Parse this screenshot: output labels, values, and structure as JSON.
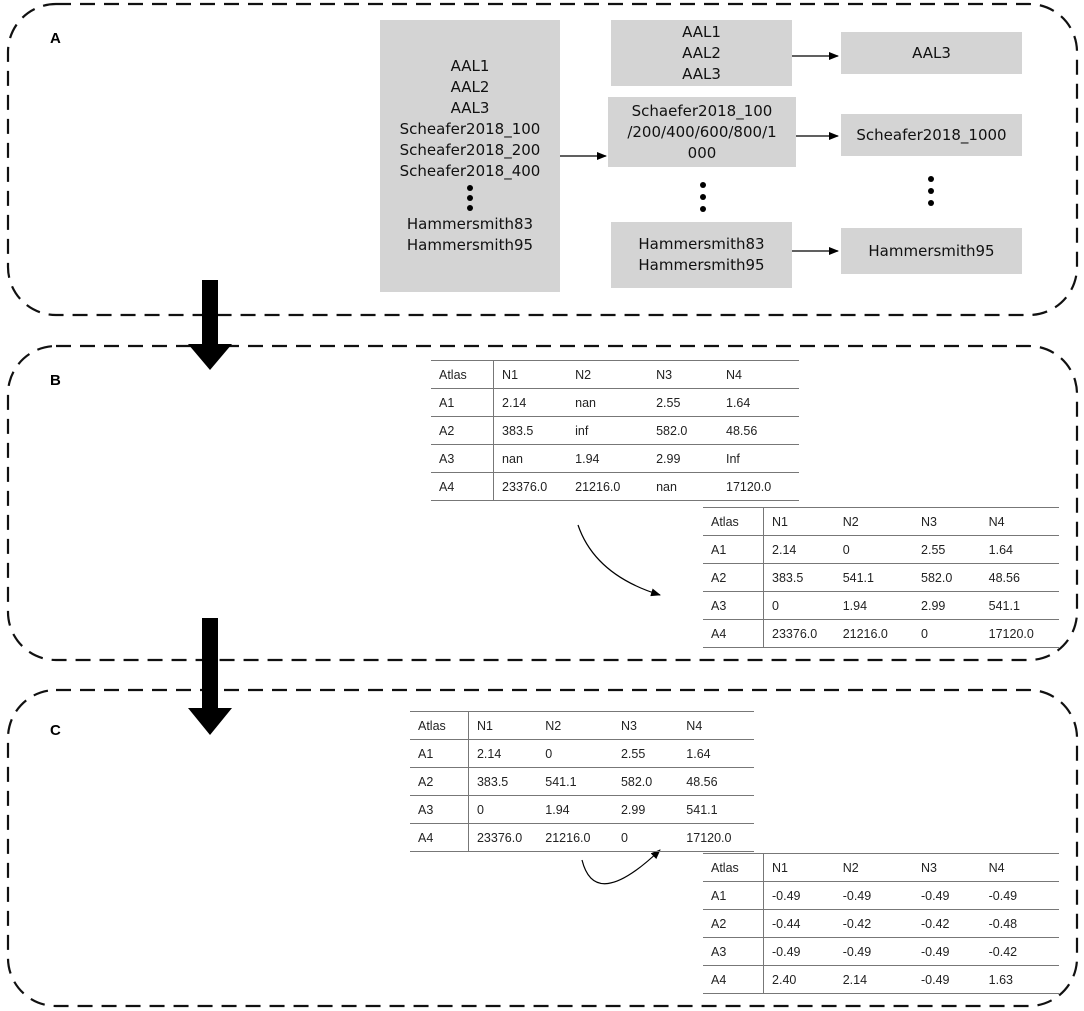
{
  "panels": [
    {
      "label": "A"
    },
    {
      "label": "B"
    },
    {
      "label": "C"
    }
  ],
  "panel_a": {
    "input_box": {
      "lines": [
        "AAL1",
        "AAL2",
        "AAL3",
        "Scheafer2018_100",
        "Scheafer2018_200",
        "Scheafer2018_400"
      ],
      "lines_after": [
        "Hammersmith83",
        "Hammersmith95"
      ]
    },
    "groups": [
      {
        "lines": [
          "AAL1",
          "AAL2",
          "AAL3"
        ],
        "result": "AAL3"
      },
      {
        "lines": [
          "Schaefer2018_100",
          "/200/400/600/800/1",
          "000"
        ],
        "result": "Scheafer2018_1000"
      },
      {
        "lines": [
          "Hammersmith83",
          "Hammersmith95"
        ],
        "result": "Hammersmith95"
      }
    ]
  },
  "tables": {
    "b_raw": {
      "header": [
        "Atlas",
        "N1",
        "N2",
        "N3",
        "N4"
      ],
      "rows": [
        [
          "A1",
          "2.14",
          "nan",
          "2.55",
          "1.64"
        ],
        [
          "A2",
          "383.5",
          "inf",
          "582.0",
          "48.56"
        ],
        [
          "A3",
          "nan",
          "1.94",
          "2.99",
          "Inf"
        ],
        [
          "A4",
          "23376.0",
          "21216.0",
          "nan",
          "17120.0"
        ]
      ]
    },
    "b_filled": {
      "header": [
        "Atlas",
        "N1",
        "N2",
        "N3",
        "N4"
      ],
      "rows": [
        [
          "A1",
          "2.14",
          "0",
          "2.55",
          "1.64"
        ],
        [
          "A2",
          "383.5",
          "541.1",
          "582.0",
          "48.56"
        ],
        [
          "A3",
          "0",
          "1.94",
          "2.99",
          "541.1"
        ],
        [
          "A4",
          "23376.0",
          "21216.0",
          "0",
          "17120.0"
        ]
      ]
    },
    "c_input": {
      "header": [
        "Atlas",
        "N1",
        "N2",
        "N3",
        "N4"
      ],
      "rows": [
        [
          "A1",
          "2.14",
          "0",
          "2.55",
          "1.64"
        ],
        [
          "A2",
          "383.5",
          "541.1",
          "582.0",
          "48.56"
        ],
        [
          "A3",
          "0",
          "1.94",
          "2.99",
          "541.1"
        ],
        [
          "A4",
          "23376.0",
          "21216.0",
          "0",
          "17120.0"
        ]
      ]
    },
    "c_normalized": {
      "header": [
        "Atlas",
        "N1",
        "N2",
        "N3",
        "N4"
      ],
      "rows": [
        [
          "A1",
          "-0.49",
          "-0.49",
          "-0.49",
          "-0.49"
        ],
        [
          "A2",
          "-0.44",
          "-0.42",
          "-0.42",
          "-0.48"
        ],
        [
          "A3",
          "-0.49",
          "-0.49",
          "-0.49",
          "-0.42"
        ],
        [
          "A4",
          "2.40",
          "2.14",
          "-0.49",
          "1.63"
        ]
      ]
    }
  }
}
